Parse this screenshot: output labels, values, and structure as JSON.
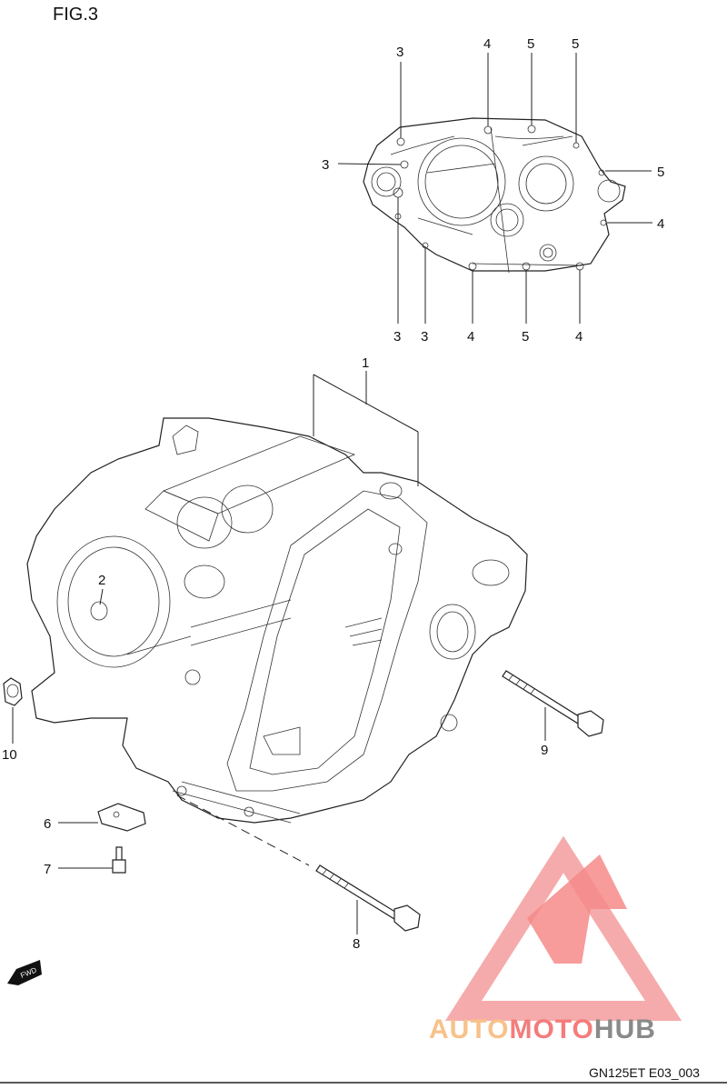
{
  "diagram": {
    "figure_label": "FIG.3",
    "diagram_code": "GN125ET E03_003",
    "fwd_label": "FWD",
    "watermark": {
      "text_part1": "AUTO",
      "text_part2": "MOTO",
      "text_part3": "HUB",
      "color_light": "#f5a3a3",
      "color_mid": "#f47c7c",
      "color_accent": "#f7c28a",
      "color_dark": "#8a8a8a"
    },
    "callouts": [
      {
        "id": "c-top-3a",
        "label": "3"
      },
      {
        "id": "c-top-4a",
        "label": "4"
      },
      {
        "id": "c-top-5a",
        "label": "5"
      },
      {
        "id": "c-top-5b",
        "label": "5"
      },
      {
        "id": "c-left-3",
        "label": "3"
      },
      {
        "id": "c-right-5",
        "label": "5"
      },
      {
        "id": "c-right-4",
        "label": "4"
      },
      {
        "id": "c-bot-3a",
        "label": "3"
      },
      {
        "id": "c-bot-3b",
        "label": "3"
      },
      {
        "id": "c-bot-4a",
        "label": "4"
      },
      {
        "id": "c-bot-5",
        "label": "5"
      },
      {
        "id": "c-bot-4b",
        "label": "4"
      },
      {
        "id": "c-1",
        "label": "1"
      },
      {
        "id": "c-2",
        "label": "2"
      },
      {
        "id": "c-10",
        "label": "10"
      },
      {
        "id": "c-9",
        "label": "9"
      },
      {
        "id": "c-6",
        "label": "6"
      },
      {
        "id": "c-7",
        "label": "7"
      },
      {
        "id": "c-8",
        "label": "8"
      }
    ]
  }
}
